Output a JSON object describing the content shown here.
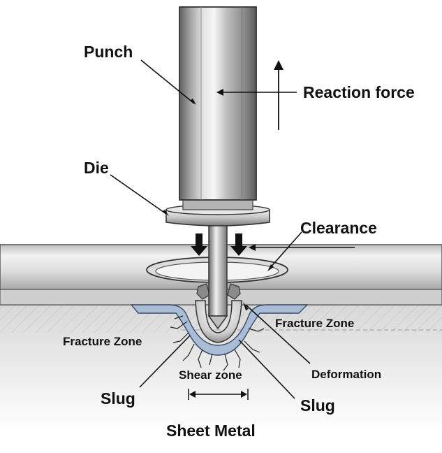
{
  "labels": {
    "punch": "Punch",
    "reaction_force": "Reaction force",
    "die": "Die",
    "clearance": "Clearance",
    "fracture_zone_right": "Fracture Zone",
    "fracture_zone_left": "Fracture Zone",
    "deformation": "Deformation",
    "shear_zone": "Shear zone",
    "slug_left": "Slug",
    "slug_right": "Slug",
    "sheet_metal": "Sheet Metal"
  }
}
